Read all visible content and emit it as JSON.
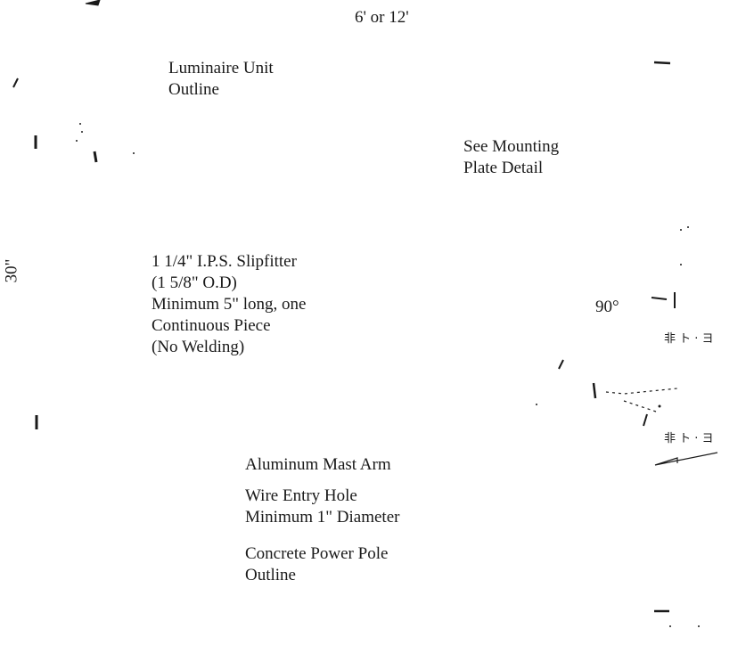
{
  "dimension_top": "6' or 12'",
  "dimension_left": "30\"",
  "dimension_angle": "90°",
  "labels": {
    "luminaire": [
      "Luminaire Unit",
      "Outline"
    ],
    "mounting_plate": [
      "See Mounting",
      "Plate Detail"
    ],
    "slipfitter": [
      "1 1/4\" I.P.S. Slipfitter",
      "(1 5/8\" O.D)",
      "Minimum 5\" long, one",
      "Continuous Piece",
      "(No Welding)"
    ],
    "mast_arm": [
      "Aluminum Mast Arm"
    ],
    "wire_entry": [
      "Wire Entry Hole",
      "Minimum 1\" Diameter"
    ],
    "pole": [
      "Concrete Power Pole",
      "Outline"
    ]
  },
  "colors": {
    "ink": "#1a1a1a",
    "background": "#ffffff"
  }
}
